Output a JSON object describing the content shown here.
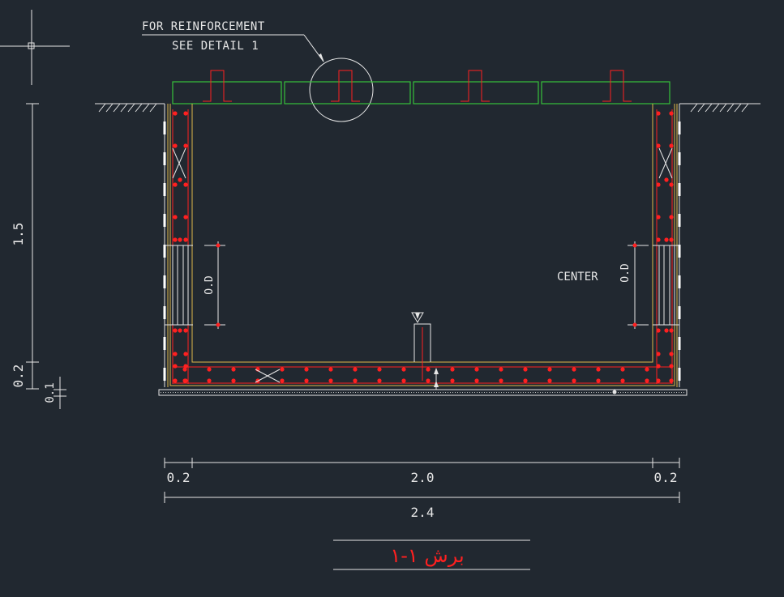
{
  "colors": {
    "background": "#212830",
    "line": "#e6e6e6",
    "reinforcement": "#ff2020",
    "cover_slab": "#36c13a",
    "wall_outline": "#e0b84a"
  },
  "note": {
    "line1": "FOR REINFORCEMENT",
    "line2": "SEE DETAIL 1"
  },
  "labels": {
    "center": "CENTER",
    "pipe_left": "O.D",
    "pipe_right": "O.D"
  },
  "dimensions": {
    "height_wall": "1.5",
    "height_slab": "0.2",
    "height_blinding": "0.1",
    "width_left_wall": "0.2",
    "width_inner": "2.0",
    "width_right_wall": "0.2",
    "width_total": "2.4"
  },
  "section_title": "برش ۱-۱",
  "icons": {
    "crosshair": "crosshair-cursor-icon",
    "ground": "ground-hatch-icon",
    "level": "level-marker-icon"
  }
}
